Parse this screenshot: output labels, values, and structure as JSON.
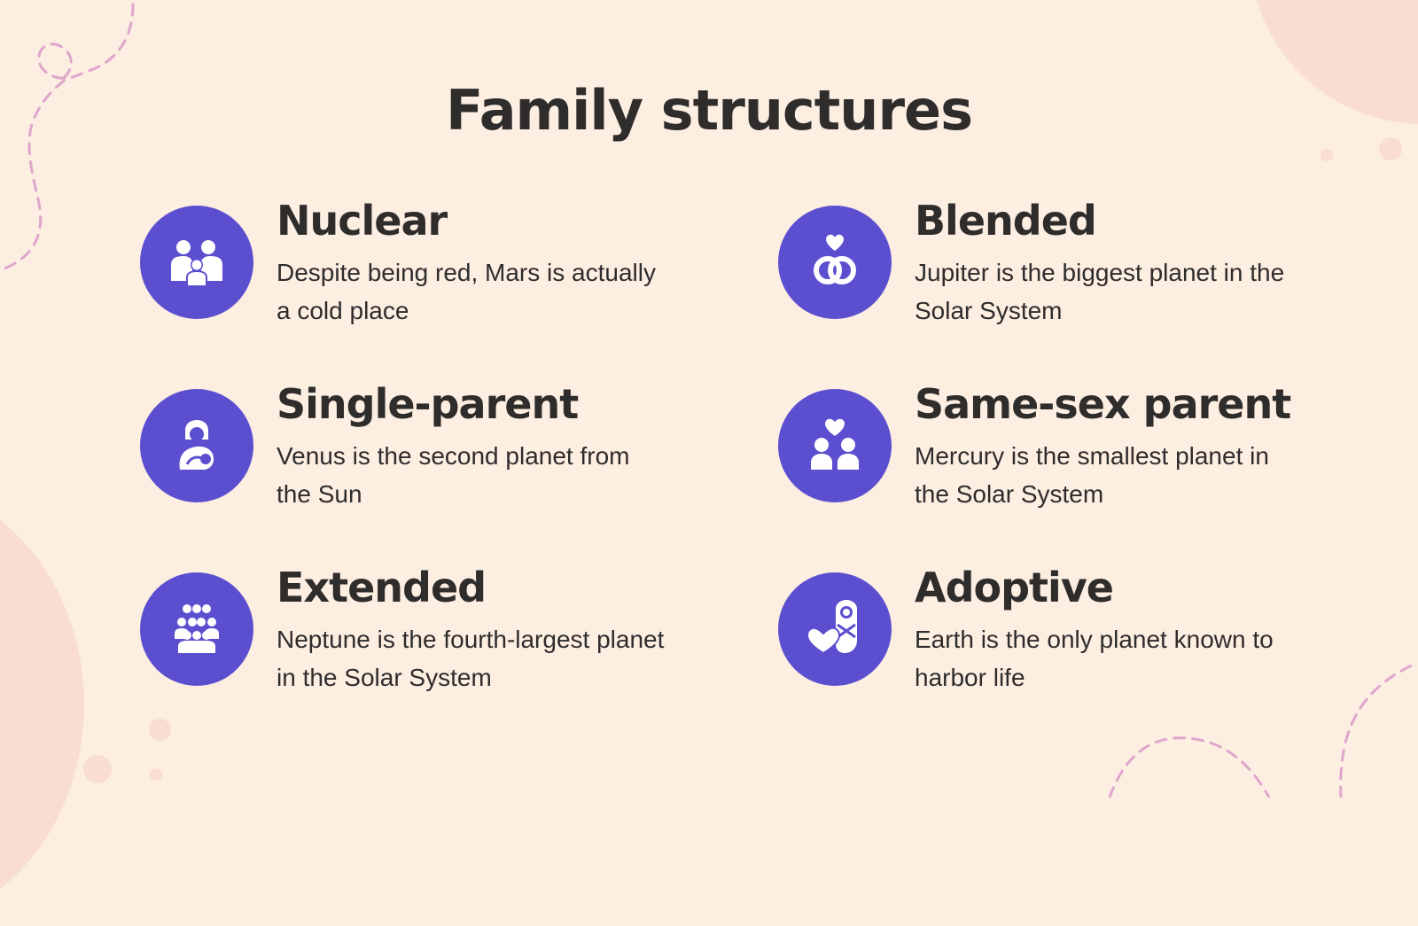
{
  "slide": {
    "title": "Family structures",
    "colors": {
      "background": "#fdeee2",
      "accent": "#5b4fd0",
      "blob": "#f9ddd3",
      "dashed_line": "#dfa6cc",
      "text": "#2f2c2c"
    }
  },
  "items": [
    {
      "title": "Nuclear",
      "description": "Despite being red, Mars is actually a cold place",
      "icon": "nuclear-family-icon"
    },
    {
      "title": "Blended",
      "description": "Jupiter is the biggest planet in the Solar System",
      "icon": "rings-heart-icon"
    },
    {
      "title": "Single-parent",
      "description": "Venus is the second planet from the Sun",
      "icon": "parent-with-baby-icon"
    },
    {
      "title": "Same-sex parent",
      "description": "Mercury is the smallest planet in the Solar System",
      "icon": "two-people-heart-icon"
    },
    {
      "title": "Extended",
      "description": "Neptune is the fourth-largest planet in the Solar System",
      "icon": "group-people-icon"
    },
    {
      "title": "Adoptive",
      "description": "Earth is the only planet known to harbor life",
      "icon": "baby-heart-icon"
    }
  ]
}
